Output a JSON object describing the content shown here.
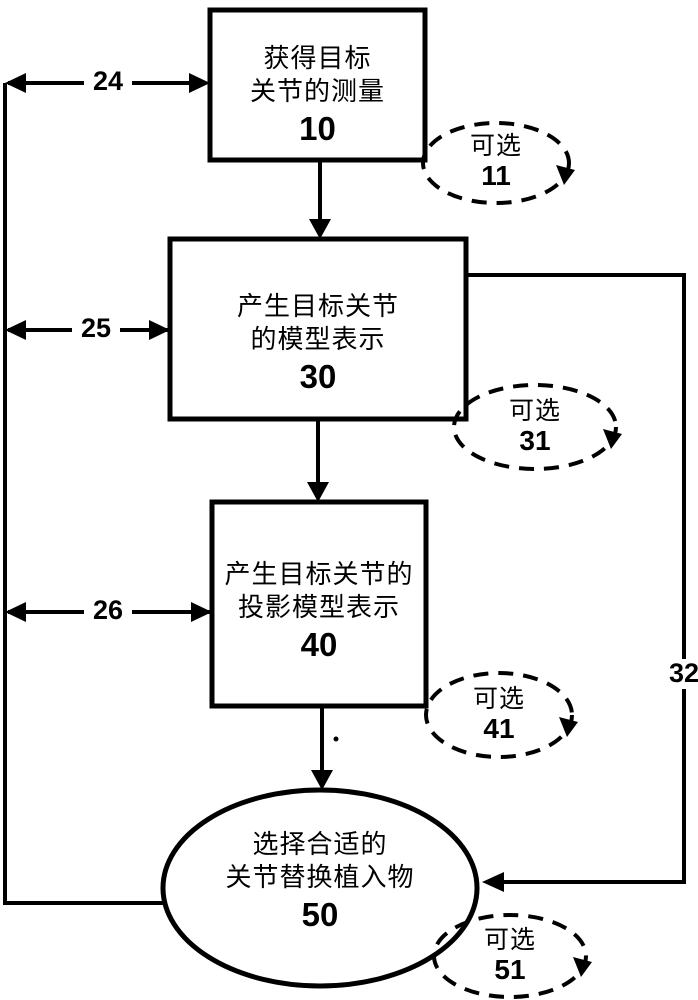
{
  "diagram": {
    "steps": [
      {
        "number": "10",
        "lines": [
          "获得目标",
          "关节的测量"
        ]
      },
      {
        "number": "30",
        "lines": [
          "产生目标关节",
          "的模型表示"
        ]
      },
      {
        "number": "40",
        "lines": [
          "产生目标关节的",
          "投影模型表示"
        ]
      },
      {
        "number": "50",
        "lines": [
          "选择合适的",
          "关节替换植入物"
        ]
      }
    ],
    "optional": [
      {
        "label": "可选",
        "number": "11"
      },
      {
        "label": "可选",
        "number": "31"
      },
      {
        "label": "可选",
        "number": "41"
      },
      {
        "label": "可选",
        "number": "51"
      }
    ],
    "edge_labels": {
      "e24": "24",
      "e25": "25",
      "e26": "26",
      "e32": "32"
    },
    "colors": {
      "ink": "#000000",
      "background": "#ffffff"
    }
  }
}
